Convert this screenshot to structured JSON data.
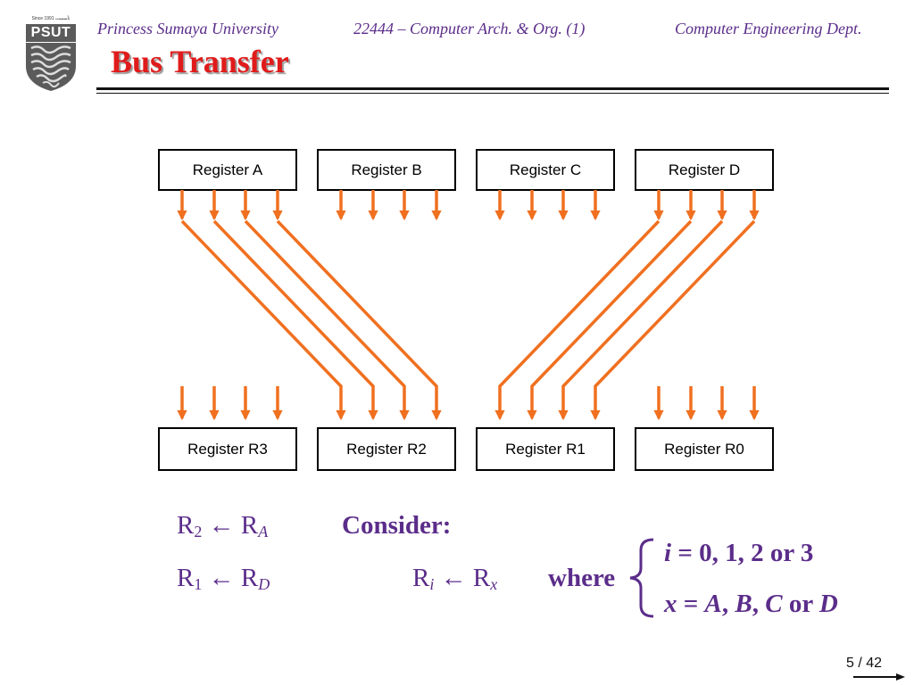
{
  "header": {
    "left": "Princess Sumaya University",
    "middle": "22444 – Computer Arch. & Org. (1)",
    "right": "Computer Engineering Dept."
  },
  "logo": {
    "since": "Since 1991 تأسست",
    "wordmark": "PSUT"
  },
  "title": "Bus Transfer",
  "colors": {
    "header_text": "#5b2d8a",
    "title": "#e01b1b",
    "wire": "#f07020",
    "formula_text": "#5b2d8a"
  },
  "diagram": {
    "source_registers": [
      "Register A",
      "Register B",
      "Register C",
      "Register D"
    ],
    "destination_registers": [
      "Register R3",
      "Register R2",
      "Register R1",
      "Register R0"
    ],
    "connections": [
      {
        "from": "Register A",
        "to": "Register R2"
      },
      {
        "from": "Register D",
        "to": "Register R1"
      }
    ]
  },
  "formulas": {
    "transfer_1": {
      "dest": "R",
      "dest_sub": "2",
      "arrow": "←",
      "src": "R",
      "src_sub": "A"
    },
    "transfer_2": {
      "dest": "R",
      "dest_sub": "1",
      "arrow": "←",
      "src": "R",
      "src_sub": "D"
    },
    "consider": "Consider:",
    "general": {
      "dest": "R",
      "dest_sub": "i",
      "arrow": "←",
      "src": "R",
      "src_sub": "x"
    },
    "where": "where",
    "condition_1": {
      "var": "i",
      "text": " = 0, 1, 2 or 3"
    },
    "condition_2": {
      "var": "x",
      "eq": " = ",
      "v1": "A",
      "c1": ", ",
      "v2": "B",
      "c2": ", ",
      "v3": "C",
      "or": " or ",
      "v4": "D"
    }
  },
  "page_number": "5 / 42"
}
